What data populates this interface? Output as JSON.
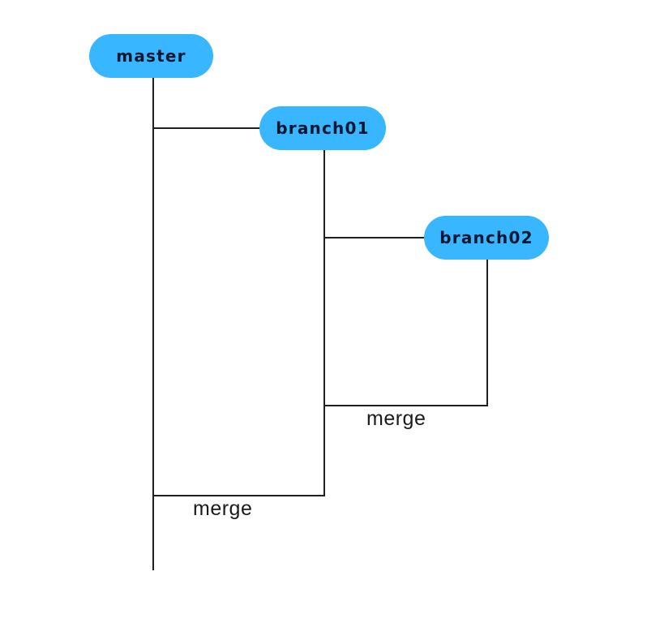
{
  "colors": {
    "node_fill": "#38b6ff",
    "line": "#1f1f1f",
    "node_text": "#0b1730"
  },
  "nodes": {
    "master": {
      "label": "master"
    },
    "branch01": {
      "label": "branch01"
    },
    "branch02": {
      "label": "branch02"
    }
  },
  "merges": [
    {
      "label": "merge",
      "from": "branch02",
      "into": "branch01"
    },
    {
      "label": "merge",
      "from": "branch01",
      "into": "master"
    }
  ]
}
